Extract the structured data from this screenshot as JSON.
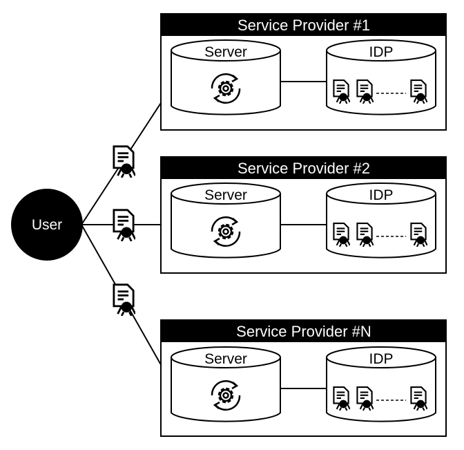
{
  "user": {
    "label": "User"
  },
  "providers": [
    {
      "title": "Service Provider #1",
      "server_label": "Server",
      "idp_label": "IDP"
    },
    {
      "title": "Service Provider #2",
      "server_label": "Server",
      "idp_label": "IDP"
    },
    {
      "title": "Service Provider #N",
      "server_label": "Server",
      "idp_label": "IDP"
    }
  ],
  "colors": {
    "ink": "#000000",
    "paper": "#ffffff"
  },
  "icons": {
    "server": "gear-sync-icon",
    "idp": "certificate-icon",
    "token": "certificate-icon"
  }
}
